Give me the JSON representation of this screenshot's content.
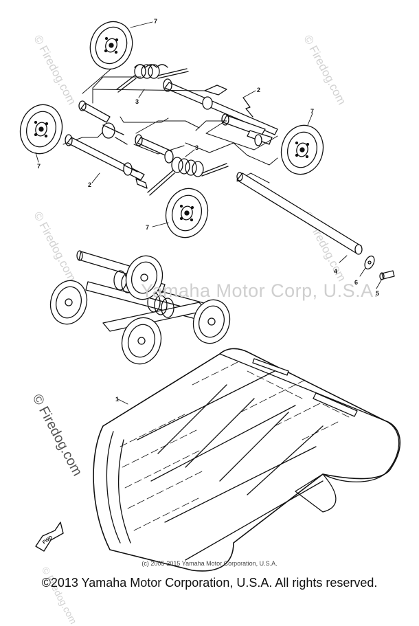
{
  "part_labels": {
    "wheel_top": "7",
    "spring_top": "3",
    "arm_right": "2",
    "wheel_right": "7",
    "wheel_left": "7",
    "spring_mid": "3",
    "arm_left": "2",
    "wheel_bottom": "7",
    "shaft": "4",
    "washer": "6",
    "bolt": "5",
    "track": "1"
  },
  "watermarks": {
    "top_left": "© Firedog.com",
    "top_right": "© Firedog.com",
    "mid_left": "© Firedog.com",
    "mid_right": "© Firedog.com",
    "lower_left": "© Firedog.com",
    "bottom_left": "© Firedog.com",
    "overlay": "Yamaha Motor Corp, U.S.A."
  },
  "fwd_badge": "FWD",
  "credit_line": "(c) 2005-2015 Yamaha Motor Corporation, U.S.A.",
  "copyright": "©2013 Yamaha Motor Corporation, U.S.A. All rights reserved.",
  "colors": {
    "ink": "#111111",
    "watermark": "#d2d2d2",
    "background": "#ffffff"
  }
}
